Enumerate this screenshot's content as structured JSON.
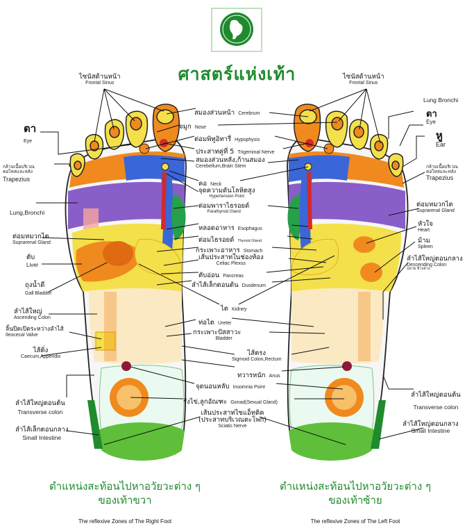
{
  "title": "ศาสตร์แห่งเท้า",
  "colors": {
    "green": "#1f8a2e",
    "yellow": "#f4e04a",
    "orange": "#f08a1e",
    "blue": "#3a66d8",
    "purple": "#8a5ec8",
    "red": "#d22a2a",
    "lightgreen": "#9fd06a"
  },
  "left_foot_labels": {
    "frontal_sinus_th": "ไซนัสด้านหน้า",
    "frontal_sinus_en": "Frontal Sinus",
    "eye_th": "ตา",
    "eye_en": "Eye",
    "trapezius_th1": "กล้ามเนื้อบริเวณ",
    "trapezius_th2": "คอไหล่และหลัง",
    "trapezius_en": "Trapezius",
    "lung_en": "Lung,Bronchi",
    "suprarenal_th": "ต่อมหมวกไต",
    "suprarenal_en": "Suprarenal Gland",
    "liver_th": "ตับ",
    "liver_en": "Liver",
    "gall_th": "ถุงน้ำดี",
    "gall_en": "Gall Bladder",
    "ascending_th": "ลำไส้ใหญ่",
    "ascending_en": "Ascending Colon",
    "ileocecal_th": "ลิ้นปิดเปิดระหว่างลำไส้",
    "ileocecal_en": "Ileocecal Valve",
    "caecum_th": "ไส้ติ่ง",
    "caecum_en": "Caecum,Appendix",
    "transverse_th": "ลำไส้ใหญ่ตอนต้น",
    "transverse_en": "Transverse colon",
    "small_int_th": "ลำไส้เล็กตอนกลาง",
    "small_int_en": "Small Intestine"
  },
  "center_labels": {
    "cerebrum_th": "สมองส่วนหน้า",
    "cerebrum_en": "Cerebrum",
    "nose_th": "จมูก",
    "nose_en": "Nose",
    "hypophysis_th": "ต่อมพิทูอิทารี่",
    "hypophysis_en": "Hypophysis",
    "trigeminal_th": "ประสาทคู่ที่ 5",
    "trigeminal_en": "Trigeminal Nerve",
    "cerebellum_th": "สมองส่วนหลัง,ก้านสมอง",
    "cerebellum_en": "Cerebellum,Brain Stem",
    "neck_th": "คอ",
    "neck_en": "Neck",
    "hypertension_th": "จุดความดันโลหิตสูง",
    "hypertension_en": "Hypertension Point",
    "parathyroid_th": "ต่อมพาราไธรอยด์",
    "parathyroid_en": "Parathyroid Gland",
    "esophagus_th": "หลอดอาหาร",
    "esophagus_en": "Esophagus",
    "thyroid_th": "ต่อมไธรอยด์",
    "thyroid_en": "Thyroid Gland",
    "stomach_th": "กระเพาะอาหาร",
    "stomach_en": "Stomach",
    "celiac_th": "เส้นประสาทในช่องท้อง",
    "celiac_en": "Celiac Plexus",
    "pancreas_th": "ตับอ่อน",
    "pancreas_en": "Pancreas",
    "duodenum_th": "ลำไส้เล็กตอนต้น",
    "duodenum_en": "Duodenum",
    "kidney_th": "ไต",
    "kidney_en": "Kidney",
    "ureter_th": "ท่อไต",
    "ureter_en": "Ureter",
    "bladder_th": "กระเพาะปัสสาวะ",
    "bladder_en": "Bladder",
    "sigmoid_th": "ไส้ตรง",
    "sigmoid_en": "Sigmoid Colon,Rectum",
    "anus_th": "ทวารหนัก",
    "anus_en": "Anus",
    "insomnia_th": "จุดนอนหลับ",
    "insomnia_en": "Insomnia Point",
    "gonad_th": "รังไข่,ลูกอัณฑะ",
    "gonad_en": "Gonad(Sexual Gland)",
    "sciatic_th1": "เส้นประสาทไซแอ็ทติค",
    "sciatic_th2": "(ประสาทบริเวณตะโพก)",
    "sciatic_en": "Sciatic Nerve"
  },
  "right_foot_labels": {
    "frontal_sinus_th": "ไซนัสด้านหน้า",
    "frontal_sinus_en": "Frontal Sinus",
    "lung_en": "Lung Bronchi",
    "eye_th": "ตา",
    "eye_en": "Eye",
    "ear_th": "หู",
    "ear_en": "Ear",
    "trapezius_th1": "กล้ามเนื้อบริเวณ",
    "trapezius_th2": "คอไหล่และหลัง",
    "trapezius_en": "Trapezius",
    "suprarenal_th": "ต่อมหมวกไต",
    "suprarenal_en": "Suprarenal Gland",
    "heart_th": "หัวใจ",
    "heart_en": "Heart",
    "spleen_th": "ม้าม",
    "spleen_en": "Spleen",
    "descending_th": "ลำไส้ใหญ่ตอนกลาง",
    "descending_en": "Descending Colon",
    "descending_small": "ปลาย ข้างล่าง",
    "transverse_th": "ลำไส้ใหญ่ตอนต้น",
    "transverse_en": "Transverse colon",
    "small_int_th": "ลำไส้ใหญ่ตอนกลาง",
    "small_int_en": "Small Intestine"
  },
  "captions": {
    "right_th1": "ตำแหน่งสะท้อนไปหาอวัยวะต่าง ๆ",
    "right_th2": "ของเท้าขวา",
    "right_en": "The reflexive Zones of The Right Foot",
    "left_th1": "ตำแหน่งสะท้อนไปหาอวัยวะต่าง ๆ",
    "left_th2": "ของเท้าซ้าย",
    "left_en": "The reflexive Zones of The Left Foot"
  }
}
